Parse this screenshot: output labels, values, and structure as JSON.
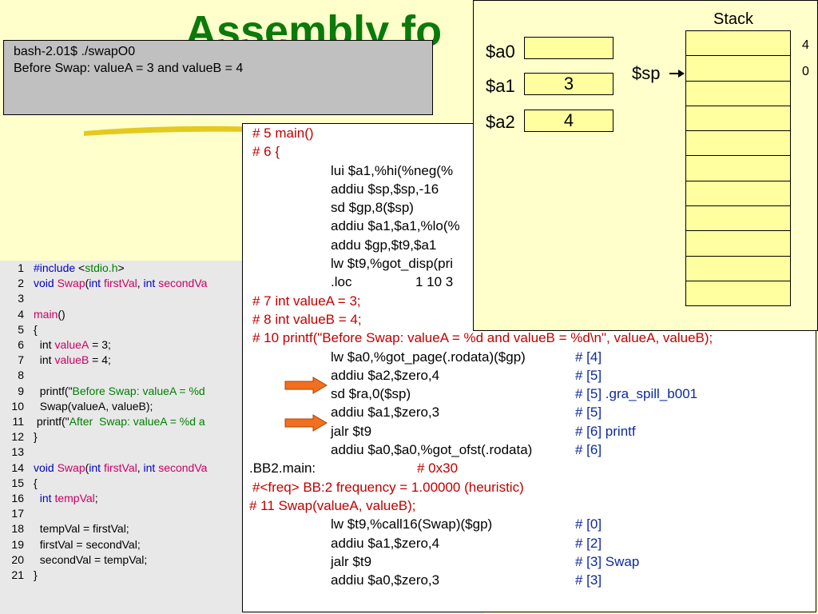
{
  "slide": {
    "title_line1": "Assembly fo",
    "title_line2": "h"
  },
  "terminal": {
    "lines": [
      "bash-2.01$ ./swapO0",
      "Before Swap: valueA = 3 and valueB = 4"
    ]
  },
  "source": {
    "lines": [
      {
        "n": "1",
        "parts": [
          {
            "t": "#include ",
            "c": "kw"
          },
          {
            "t": "<",
            "c": ""
          },
          {
            "t": "stdio.h",
            "c": "st"
          },
          {
            "t": ">",
            "c": ""
          }
        ]
      },
      {
        "n": "2",
        "parts": [
          {
            "t": "void ",
            "c": "kw"
          },
          {
            "t": "Swap",
            "c": "id"
          },
          {
            "t": "(",
            "c": ""
          },
          {
            "t": "int ",
            "c": "kw"
          },
          {
            "t": "firstVal",
            "c": "id"
          },
          {
            "t": ", ",
            "c": ""
          },
          {
            "t": "int ",
            "c": "kw"
          },
          {
            "t": "secondVa",
            "c": "id"
          }
        ]
      },
      {
        "n": "3",
        "parts": []
      },
      {
        "n": "4",
        "parts": [
          {
            "t": "main",
            "c": "id"
          },
          {
            "t": "()",
            "c": ""
          }
        ]
      },
      {
        "n": "5",
        "parts": [
          {
            "t": "{",
            "c": ""
          }
        ]
      },
      {
        "n": "6",
        "parts": [
          {
            "t": "  int ",
            "c": ""
          },
          {
            "t": "valueA",
            "c": "id"
          },
          {
            "t": " = 3;",
            "c": ""
          }
        ]
      },
      {
        "n": "7",
        "parts": [
          {
            "t": "  int ",
            "c": ""
          },
          {
            "t": "valueB",
            "c": "id"
          },
          {
            "t": " = 4;",
            "c": ""
          }
        ]
      },
      {
        "n": "8",
        "parts": []
      },
      {
        "n": "9",
        "parts": [
          {
            "t": "  printf(\"",
            "c": ""
          },
          {
            "t": "Before Swap: valueA = %d",
            "c": "st"
          }
        ]
      },
      {
        "n": "10",
        "parts": [
          {
            "t": "  Swap(valueA, valueB);",
            "c": ""
          }
        ]
      },
      {
        "n": "11",
        "parts": [
          {
            "t": " printf(\"",
            "c": ""
          },
          {
            "t": "After  Swap: valueA = %d a",
            "c": "st"
          }
        ]
      },
      {
        "n": "12",
        "parts": [
          {
            "t": "}",
            "c": ""
          }
        ]
      },
      {
        "n": "13",
        "parts": []
      },
      {
        "n": "14",
        "parts": [
          {
            "t": "void ",
            "c": "kw"
          },
          {
            "t": "Swap",
            "c": "id"
          },
          {
            "t": "(",
            "c": ""
          },
          {
            "t": "int ",
            "c": "kw"
          },
          {
            "t": "firstVal",
            "c": "id"
          },
          {
            "t": ", ",
            "c": ""
          },
          {
            "t": "int ",
            "c": "kw"
          },
          {
            "t": "secondVa",
            "c": "id"
          }
        ]
      },
      {
        "n": "15",
        "parts": [
          {
            "t": "{",
            "c": ""
          }
        ]
      },
      {
        "n": "16",
        "parts": [
          {
            "t": "  ",
            "c": ""
          },
          {
            "t": "int ",
            "c": "kw"
          },
          {
            "t": "tempVal",
            "c": "id"
          },
          {
            "t": ";",
            "c": ""
          }
        ]
      },
      {
        "n": "17",
        "parts": []
      },
      {
        "n": "18",
        "parts": [
          {
            "t": "  tempVal = firstVal;",
            "c": ""
          }
        ]
      },
      {
        "n": "19",
        "parts": [
          {
            "t": "  firstVal = secondVal;",
            "c": ""
          }
        ]
      },
      {
        "n": "20",
        "parts": [
          {
            "t": "  secondVal = tempVal;",
            "c": ""
          }
        ]
      },
      {
        "n": "21",
        "parts": [
          {
            "t": "}",
            "c": ""
          }
        ]
      }
    ]
  },
  "assembly": {
    "lines": [
      {
        "c1": "#   5  main()",
        "col": "red"
      },
      {
        "c1": "#   6  {",
        "col": "red"
      },
      {
        "c2": "lui $a1,%hi(%neg(%"
      },
      {
        "c2": "addiu $sp,$sp,-16"
      },
      {
        "c2": "sd $gp,8($sp)"
      },
      {
        "c2": "addiu $a1,$a1,%lo(%"
      },
      {
        "c2": "addu $gp,$t9,$a1"
      },
      {
        "c2": "lw $t9,%got_disp(pri"
      },
      {
        "c2": ".loc",
        "c2b": "1 10 3"
      },
      {
        "c1": "#   7    int valueA = 3;",
        "col": "red"
      },
      {
        "c1": "#   8    int valueB = 4;",
        "col": "red"
      },
      {
        "c1": "#  10    printf(\"Before Swap: valueA = %d and valueB = %d\\n\", valueA, valueB);",
        "col": "red"
      },
      {
        "c2": "lw $a0,%got_page(.rodata)($gp)",
        "c3": "# [4]"
      },
      {
        "c2": "addiu $a2,$zero,4",
        "c3": "# [5]"
      },
      {
        "c2": "sd $ra,0($sp)",
        "c3": "# [5]  .gra_spill_b001"
      },
      {
        "c2": "addiu $a1,$zero,3",
        "c3": "# [5]"
      },
      {
        "c2": "jalr $t9",
        "c3": "# [6]  printf"
      },
      {
        "c2": "addiu $a0,$a0,%got_ofst(.rodata)",
        "c3": "# [6]"
      },
      {
        "c0": ".BB2.main:",
        "c0b": "# 0x30"
      },
      {
        "c1": "#<freq> BB:2 frequency = 1.00000 (heuristic)",
        "col": "red"
      },
      {
        "c0": "#  11    Swap(valueA, valueB);",
        "col": "red"
      },
      {
        "c2": "lw $t9,%call16(Swap)($gp)",
        "c3": "# [0]"
      },
      {
        "c2": "addiu $a1,$zero,4",
        "c3": "# [2]"
      },
      {
        "c2": "jalr $t9",
        "c3": "# [3]  Swap"
      },
      {
        "c2": "addiu $a0,$zero,3",
        "c3": "# [3]"
      }
    ]
  },
  "registers": {
    "a0": {
      "label": "$a0",
      "value": ""
    },
    "a1": {
      "label": "$a1",
      "value": "3"
    },
    "a2": {
      "label": "$a2",
      "value": "4"
    },
    "sp": {
      "label": "$sp"
    }
  },
  "stack": {
    "title": "Stack",
    "cell_count": 11,
    "addr_labels": [
      "4",
      "0"
    ]
  }
}
